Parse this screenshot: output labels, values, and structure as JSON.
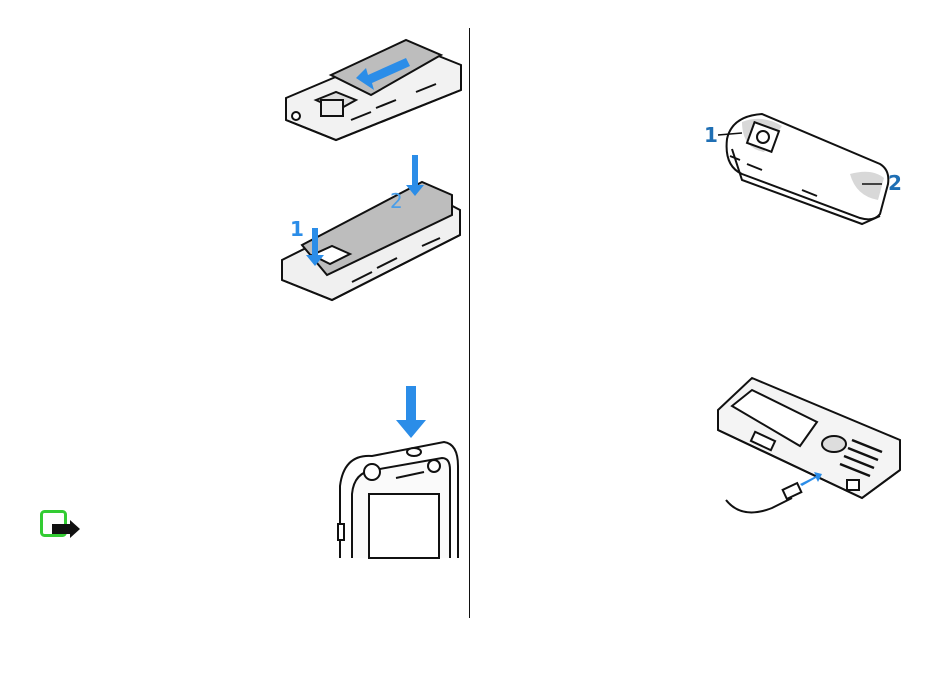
{
  "figures": {
    "insert_battery": {
      "icon": "battery-insert-illustration"
    },
    "replace_cover": {
      "callouts": [
        "1",
        "2"
      ]
    },
    "sim_press": {
      "icon": "press-down-arrow-illustration"
    },
    "back_cover_points": {
      "callouts": [
        "1",
        "2"
      ]
    },
    "charger_connect": {
      "icon": "charger-plug-illustration"
    }
  },
  "note": {
    "icon": "note-icon",
    "accent": "#33cc33"
  },
  "colors": {
    "callout_blue": "#2b8de8",
    "callout_dark_blue": "#1f6fb4",
    "line": "#111111"
  }
}
